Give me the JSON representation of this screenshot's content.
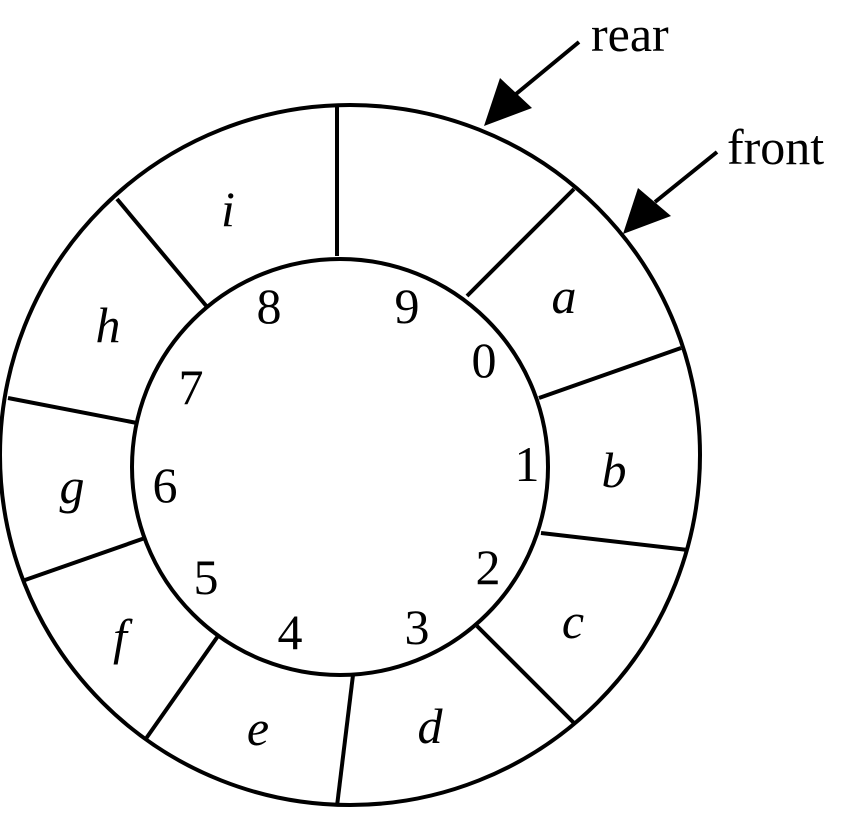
{
  "queue": {
    "slots": [
      {
        "index": "0",
        "element": "a"
      },
      {
        "index": "1",
        "element": "b"
      },
      {
        "index": "2",
        "element": "c"
      },
      {
        "index": "3",
        "element": "d"
      },
      {
        "index": "4",
        "element": "e"
      },
      {
        "index": "5",
        "element": "f"
      },
      {
        "index": "6",
        "element": "g"
      },
      {
        "index": "7",
        "element": "h"
      },
      {
        "index": "8",
        "element": "i"
      },
      {
        "index": "9",
        "element": ""
      }
    ],
    "pointers": {
      "rear": "rear",
      "front": "front"
    }
  }
}
